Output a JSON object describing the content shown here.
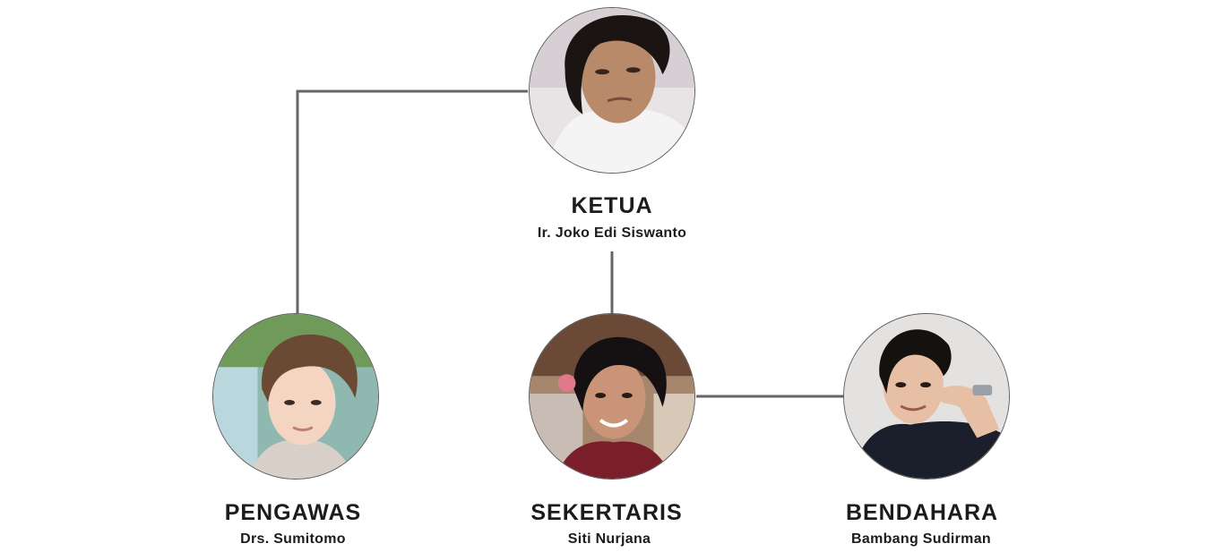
{
  "org_chart": {
    "nodes": [
      {
        "id": "ketua",
        "role": "KETUA",
        "name": "Ir. Joko Edi Siswanto",
        "photo": "avatar-ketua"
      },
      {
        "id": "pengawas",
        "role": "PENGAWAS",
        "name": "Drs. Sumitomo",
        "photo": "avatar-pengawas"
      },
      {
        "id": "sekertaris",
        "role": "SEKERTARIS",
        "name": "Siti Nurjana",
        "photo": "avatar-sekertaris"
      },
      {
        "id": "bendahara",
        "role": "BENDAHARA",
        "name": "Bambang Sudirman",
        "photo": "avatar-bendahara"
      }
    ],
    "connections": [
      {
        "from": "ketua",
        "to": "pengawas"
      },
      {
        "from": "ketua",
        "to": "sekertaris"
      },
      {
        "from": "sekertaris",
        "to": "bendahara"
      }
    ],
    "line_color": "#6b6466",
    "text_color": "#1c1c1c"
  }
}
